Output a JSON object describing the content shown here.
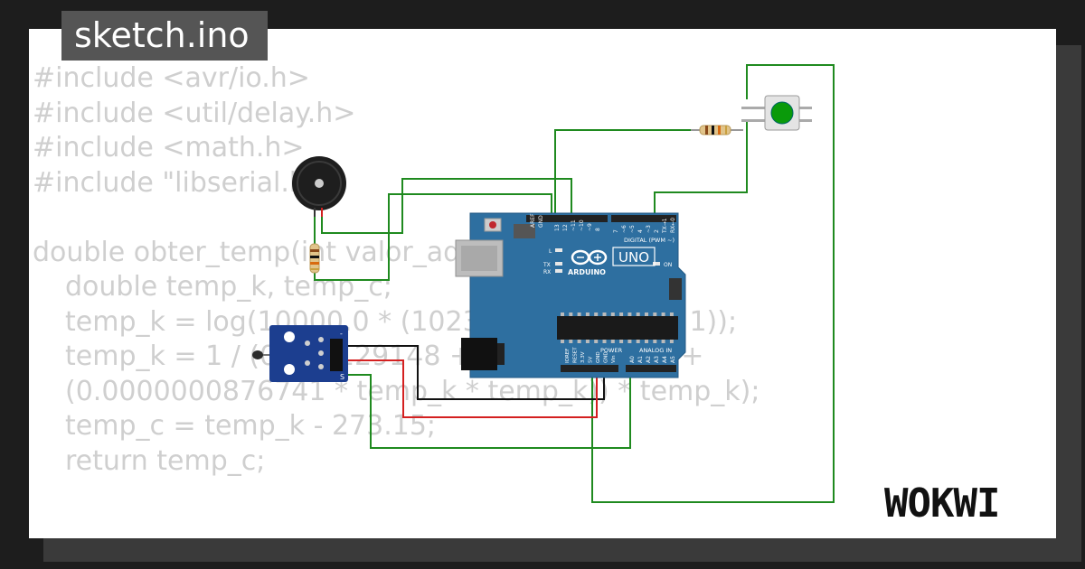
{
  "tab": {
    "filename": "sketch.ino"
  },
  "code": {
    "lines": [
      {
        "text": "#include <avr/io.h>",
        "indent": 0
      },
      {
        "text": "#include <util/delay.h>",
        "indent": 0
      },
      {
        "text": "#include <math.h>",
        "indent": 0
      },
      {
        "text": "#include \"libserial.h\"",
        "indent": 0
      },
      {
        "text": "",
        "indent": 0
      },
      {
        "text": "double obter_temp(int valor_adc) {",
        "indent": 0
      },
      {
        "text": "double temp_k, temp_c;",
        "indent": 1
      },
      {
        "text": "temp_k = log(10000.0 * (1023.0 / valor_adc - 1));",
        "indent": 1
      },
      {
        "text": "temp_k = 1 / (0.001129148 + (0.000234125 +",
        "indent": 1
      },
      {
        "text": "(0.0000000876741 * temp_k * temp_k)) * temp_k);",
        "indent": 1
      },
      {
        "text": "temp_c = temp_k - 273.15;",
        "indent": 1
      },
      {
        "text": "return temp_c;",
        "indent": 1
      }
    ]
  },
  "board": {
    "logo_text": "ARDUINO",
    "model": "UNO",
    "digital_label": "DIGITAL (PWM ~)",
    "power_label": "POWER",
    "analog_label": "ANALOG IN",
    "on_label": "ON",
    "led_l": "L",
    "led_tx": "TX",
    "led_rx": "RX",
    "aref": "AREF",
    "gnd": "GND",
    "digital_pins": [
      "13",
      "12",
      "~11",
      "~10",
      "~9",
      "8",
      "7",
      "~6",
      "~5",
      "4",
      "~3",
      "2",
      "TX→1",
      "RX←0"
    ],
    "power_pins": [
      "IOREF",
      "RESET",
      "3.3V",
      "5V",
      "GND",
      "GND",
      "Vin"
    ],
    "analog_pins": [
      "A0",
      "A1",
      "A2",
      "A3",
      "A4",
      "A5"
    ]
  },
  "sensor": {
    "pin_labels": [
      "-",
      "S"
    ]
  },
  "brand": {
    "name": "WOKWI"
  },
  "colors": {
    "wire_green": "#1f8a1f",
    "wire_black": "#111111",
    "wire_red": "#d42020",
    "board_blue": "#2e6fa0",
    "button_green": "#0a9a0a"
  }
}
